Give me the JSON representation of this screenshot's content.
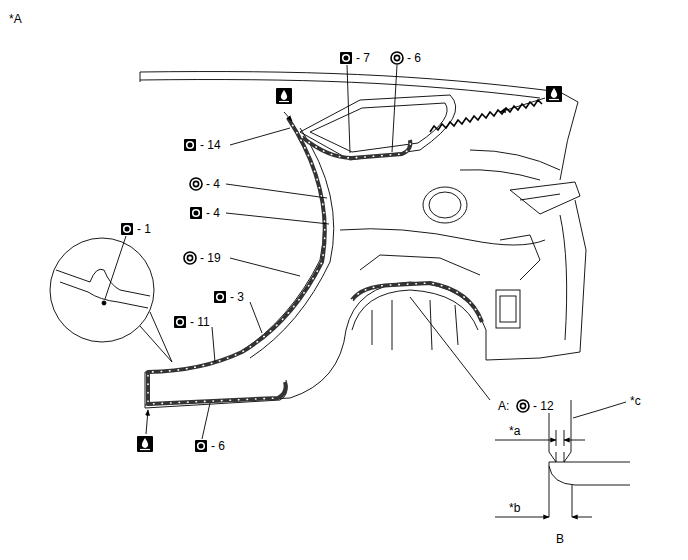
{
  "diagram": {
    "labels": [
      "*A",
      "- 7",
      "- 6",
      "- 14",
      "- 4",
      "- 4",
      "- 19",
      "- 3",
      "- 11",
      "- 1",
      "A:",
      "- 12",
      "- 6",
      "*a",
      "*b",
      "*c",
      "B"
    ]
  }
}
